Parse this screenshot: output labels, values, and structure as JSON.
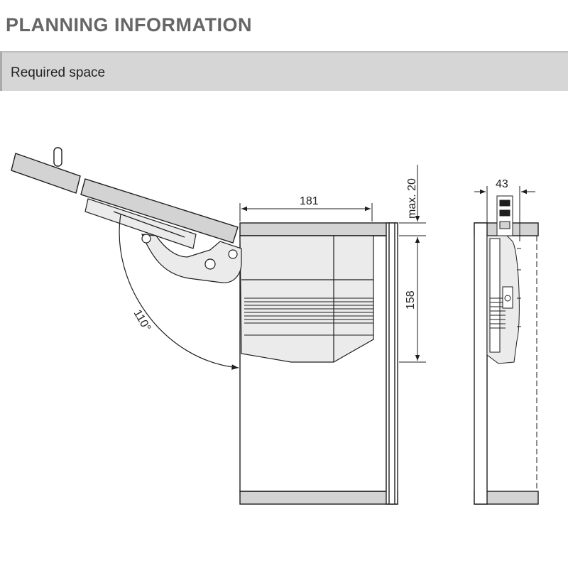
{
  "header": {
    "title": "PLANNING INFORMATION",
    "section": "Required space"
  },
  "dimensions": {
    "width_181": "181",
    "max_20": "max. 20",
    "height_158": "158",
    "depth_43": "43",
    "angle_110": "110°"
  },
  "colors": {
    "panel_fill": "#d3d3d3",
    "mechanism_fill": "#ebebeb",
    "line": "#1e1e1e"
  }
}
